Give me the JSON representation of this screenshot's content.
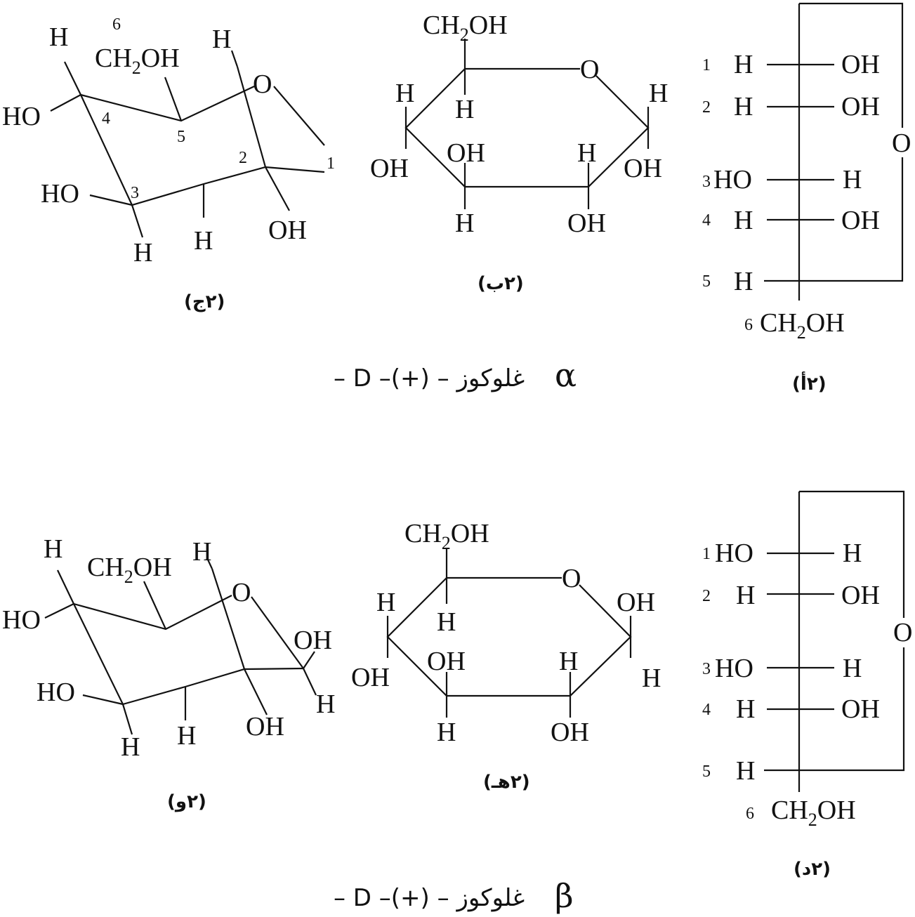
{
  "labels": {
    "H": "H",
    "OH": "OH",
    "HO": "HO",
    "O": "O",
    "CH2OH_a": "CH",
    "CH2OH_sub": "2",
    "CH2OH_b": "OH",
    "n1": "1",
    "n2": "2",
    "n3": "3",
    "n4": "4",
    "n5": "5",
    "n6": "6"
  },
  "captions": {
    "a": "(٢أ)",
    "b": "(٢ب)",
    "c": "(٢ج)",
    "d": "(٢د)",
    "e": "(٢هـ)",
    "f": "(٢و)"
  },
  "titles": {
    "alpha": {
      "greek": "α",
      "text": "– D –(+) – غلوكوز"
    },
    "beta": {
      "greek": "β",
      "text": "– D –(+) – غلوكوز"
    }
  }
}
